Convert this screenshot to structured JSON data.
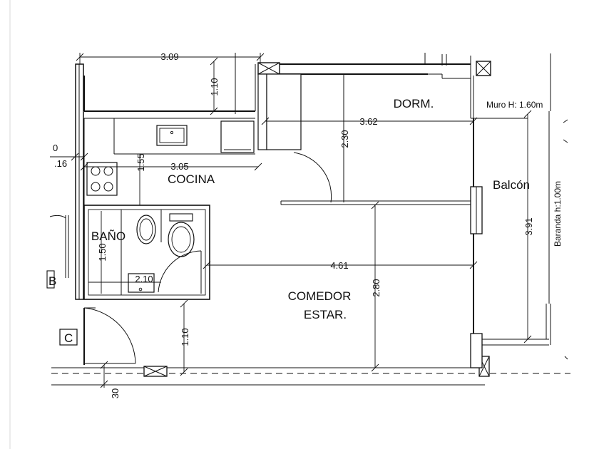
{
  "rooms": {
    "dorm": "DORM.",
    "cocina": "COCINA",
    "bano": "BAÑO",
    "comedor_line1": "COMEDOR",
    "comedor_line2": "ESTAR.",
    "balcon": "Balcón"
  },
  "notes": {
    "muro": "Muro H: 1.60m",
    "baranda": "Baranda h:1.00m"
  },
  "dimensions": {
    "top_width": "3.09",
    "top_depth": "1.10",
    "dorm_width": "3.62",
    "dorm_depth": "2.30",
    "kitchen_width": "3.05",
    "kitchen_depth": "1.55",
    "bath_depth": "1.50",
    "bath_width": "2.10",
    "living_width": "4.61",
    "living_depth": "2.80",
    "balcony_depth": "3.91",
    "entry_depth": "1.10",
    "wall_16": ".16",
    "wall_30": "30",
    "left_zero": "0"
  },
  "markers": {
    "c": "C",
    "b": "B"
  },
  "colors": {
    "line": "#111111",
    "background": "#ffffff"
  }
}
